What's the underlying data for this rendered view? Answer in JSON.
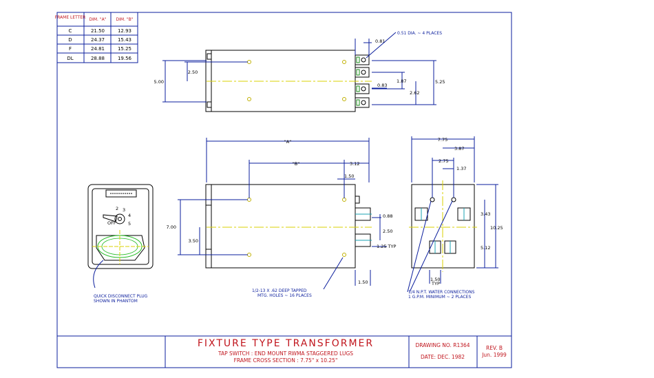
{
  "frame_table": {
    "headers": [
      "FRAME LETTER",
      "DIM. \"A\"",
      "DIM. \"B\""
    ],
    "rows": [
      [
        "C",
        "21.50",
        "12.93"
      ],
      [
        "D",
        "24.37",
        "15.43"
      ],
      [
        "F",
        "24.81",
        "15.25"
      ],
      [
        "DL",
        "28.88",
        "19.56"
      ]
    ]
  },
  "top_view": {
    "dims": [
      "0.81",
      "0.51 DIA. ~ 4 PLACES",
      "2.50",
      "5.00",
      "1.87",
      "0.83",
      "5.25",
      "2.62"
    ]
  },
  "front_view": {
    "dims": [
      "\"A\"",
      "\"B\"",
      "3.12",
      "1.50",
      "7.00",
      "3.50",
      "0.88",
      "2.50",
      "1.25 TYP",
      "1.50"
    ],
    "note_line1": "1/2-13 X .62 DEEP TAPPED",
    "note_line2": "MTG. HOLES ~ 16 PLACES"
  },
  "end_view": {
    "dims": [
      "7.75",
      "3.87",
      "2.75",
      "1.37",
      "3.43",
      "10.25",
      "5.12",
      "1.50",
      "TYP"
    ],
    "note_line1": "1/4 N.P.T. WATER CONNECTIONS",
    "note_line2": "1 G.P.M. MINIMUM ~ 2 PLACES"
  },
  "switch_view": {
    "numbers": [
      "2",
      "3",
      "4",
      "5",
      "OFF"
    ],
    "note_line1": "QUICK DISCONNECT PLUG",
    "note_line2": "SHOWN IN PHANTOM"
  },
  "title_block": {
    "title": "FIXTURE TYPE TRANSFORMER",
    "sub1": "TAP SWITCH : END MOUNT RWMA STAGGERED LUGS",
    "sub2": "FRAME CROSS SECTION : 7.75\" x 10.25\"",
    "drawing_no": "DRAWING NO. R1364",
    "date": "DATE: DEC. 1982",
    "rev": "REV. B",
    "rev_date": "Jun. 1999"
  }
}
